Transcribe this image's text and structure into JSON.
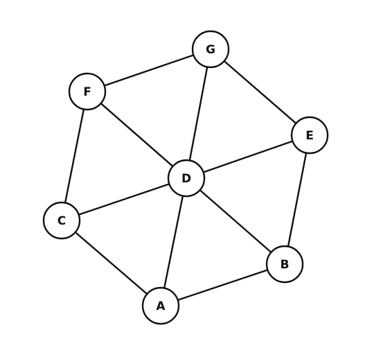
{
  "graph": {
    "nodes": [
      "G",
      "F",
      "E",
      "D",
      "C",
      "B",
      "A"
    ],
    "edges": [
      [
        "F",
        "G"
      ],
      [
        "G",
        "E"
      ],
      [
        "G",
        "D"
      ],
      [
        "F",
        "D"
      ],
      [
        "F",
        "C"
      ],
      [
        "E",
        "D"
      ],
      [
        "E",
        "B"
      ],
      [
        "C",
        "D"
      ],
      [
        "C",
        "A"
      ],
      [
        "D",
        "A"
      ],
      [
        "D",
        "B"
      ],
      [
        "A",
        "B"
      ]
    ]
  },
  "colors": {
    "stroke": "#111111",
    "node_fill": "#ffffff",
    "background": "#ffffff"
  }
}
